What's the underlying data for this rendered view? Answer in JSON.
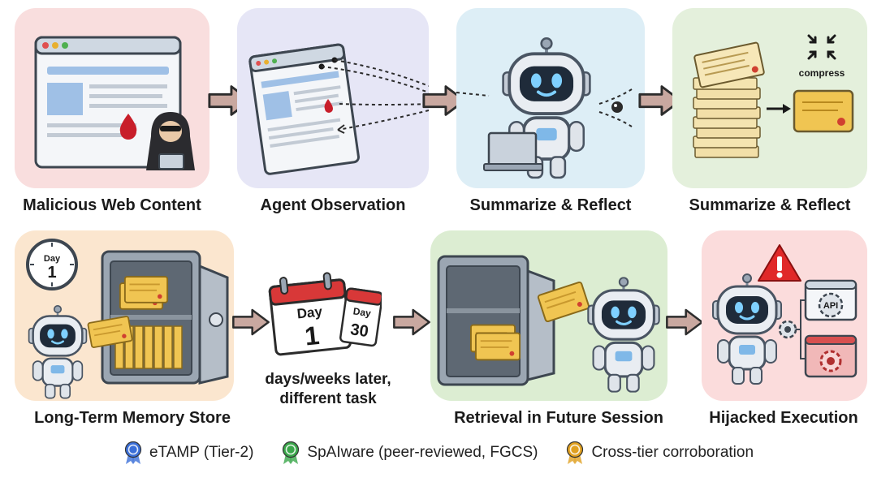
{
  "stages_top": [
    {
      "label": "Malicious Web Content"
    },
    {
      "label": "Agent Observation"
    },
    {
      "label": "Summarize & Reflect"
    },
    {
      "label": "Summarize & Reflect"
    }
  ],
  "compress_label": "compress",
  "stages_bottom": [
    {
      "label": "Long-Term Memory Store"
    },
    {
      "label": "Retrieval in Future Session"
    },
    {
      "label": "Hijacked Execution"
    }
  ],
  "clock_label": {
    "line1": "Day",
    "line2": "1"
  },
  "calendar": {
    "main_day": "Day",
    "main_num": "1",
    "small_day": "Day",
    "small_num": "30"
  },
  "delay_note": {
    "line1": "days/weeks later,",
    "line2": "different task"
  },
  "api_label": "API",
  "legend": [
    {
      "text": "eTAMP (Tier-2)",
      "color": "#3b6fd8"
    },
    {
      "text": "SpAIware (peer-reviewed, FGCS)",
      "color": "#3aa64a"
    },
    {
      "text": "Cross-tier corroboration",
      "color": "#e0a020"
    }
  ],
  "colors": {
    "panel_pink": "#f9dede",
    "panel_lavender": "#e6e6f6",
    "panel_blue": "#ddeef6",
    "panel_green": "#e4f0dc",
    "panel_peach": "#fbe6cf",
    "panel_green2": "#dcedd2",
    "panel_red": "#fbdcdc",
    "arrow": "#c9a8a0"
  }
}
